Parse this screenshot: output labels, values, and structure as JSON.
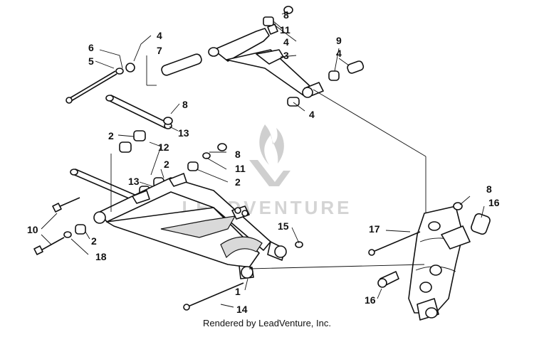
{
  "watermark": "LEADVENTURE",
  "credit": "Rendered by LeadVenture, Inc.",
  "callouts": {
    "c8a": "8",
    "c11a": "11",
    "c4a": "4",
    "c3": "3",
    "c4b": "4",
    "c7": "7",
    "c6": "6",
    "c5": "5",
    "c9": "9",
    "c4c": "4",
    "c4d": "4",
    "c8b": "8",
    "c13a": "13",
    "c2a": "2",
    "c12": "12",
    "c2b": "2",
    "c8c": "8",
    "c11b": "11",
    "c2c": "2",
    "c13b": "13",
    "c10": "10",
    "c2d": "2",
    "c18": "18",
    "c15": "15",
    "c17": "17",
    "c8d": "8",
    "c16a": "16",
    "c16b": "16",
    "c1": "1",
    "c14": "14"
  }
}
